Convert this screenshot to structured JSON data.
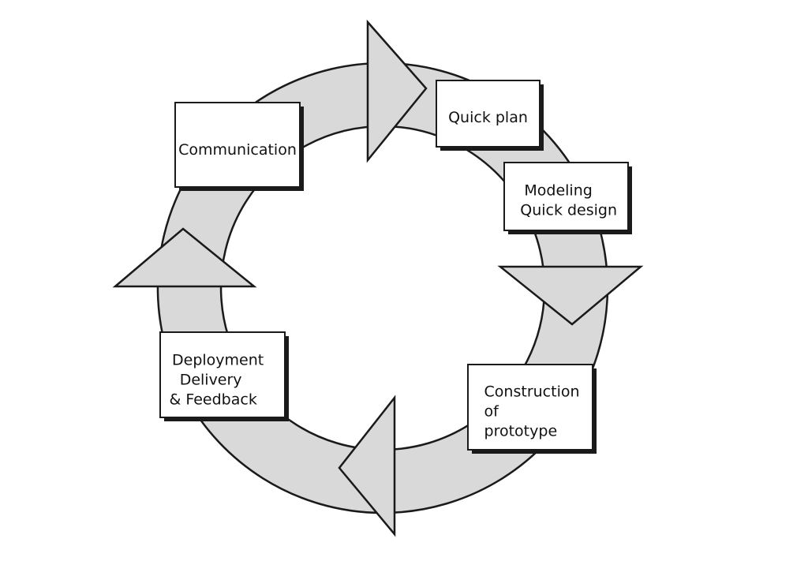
{
  "colors": {
    "ring_fill": "#d9d9d9",
    "outline": "#1a1a1a",
    "box_fill": "#ffffff",
    "shadow": "#1a1a1a"
  },
  "steps": [
    {
      "id": "communication",
      "lines": [
        "Communication"
      ]
    },
    {
      "id": "quick-plan",
      "lines": [
        "Quick plan"
      ]
    },
    {
      "id": "modeling",
      "lines": [
        "Modeling",
        "Quick design"
      ]
    },
    {
      "id": "construction",
      "lines": [
        "Construction",
        "of",
        "prototype"
      ]
    },
    {
      "id": "deployment",
      "lines": [
        "Deployment",
        "Delivery",
        "& Feedback"
      ]
    }
  ]
}
